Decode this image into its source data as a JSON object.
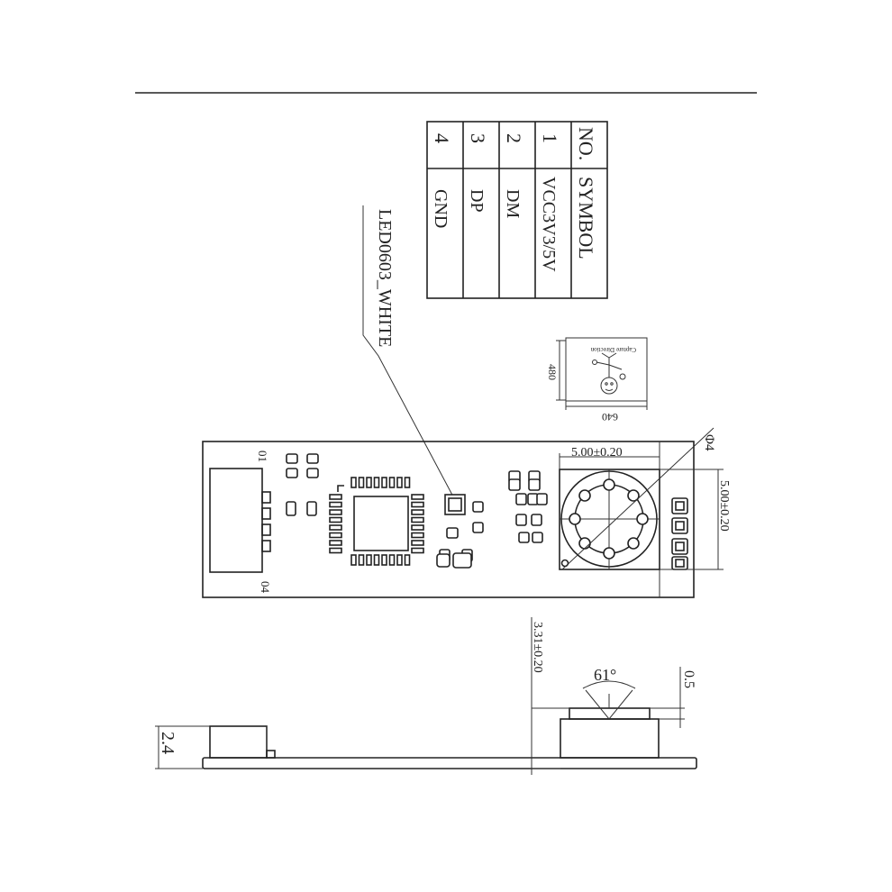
{
  "pin_table": {
    "header_no": "NO.",
    "header_symbol": "SYMBOL",
    "rows": [
      {
        "no": "1",
        "symbol": "VCC3V3/5V"
      },
      {
        "no": "2",
        "symbol": "DM"
      },
      {
        "no": "3",
        "symbol": "DP"
      },
      {
        "no": "4",
        "symbol": "GND"
      }
    ]
  },
  "led_label": "LED0603_WHITE",
  "capture_view": {
    "caption": "Capture Direction",
    "width_label": "640",
    "height_label": "480"
  },
  "board": {
    "pin_first": "01",
    "pin_last": "04"
  },
  "dimensions": {
    "sensor_width": "5.00±0.20",
    "sensor_height": "5.00±0.20",
    "lens_diameter": "Φ4",
    "total_height": "3.31±0.20",
    "view_angle": "61°",
    "lens_protrusion": "0.5",
    "connector_height": "2.4"
  }
}
